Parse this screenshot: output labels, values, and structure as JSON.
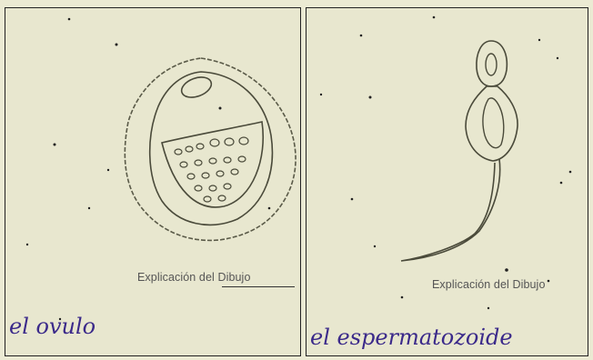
{
  "left_panel": {
    "caption": "Explicación del Dibujo",
    "handwritten_label": "el ovulo",
    "drawing_icon": "ovum-drawing-icon"
  },
  "right_panel": {
    "caption": "Explicación del Dibujo",
    "handwritten_label": "el espermatozoide",
    "drawing_icon": "sperm-drawing-icon"
  },
  "colors": {
    "paper": "#e8e7cf",
    "pencil": "#4a4a3a",
    "ink": "#3b2a8a"
  }
}
